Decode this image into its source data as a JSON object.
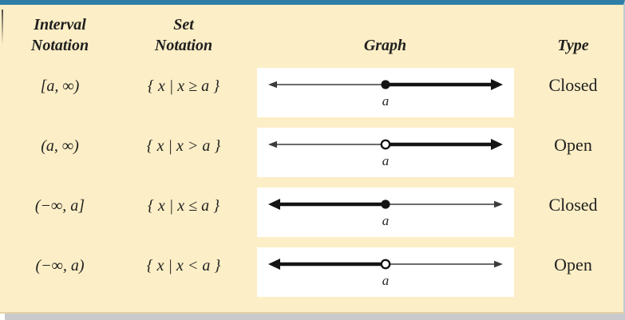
{
  "panel": {
    "background": "#FCEEC6",
    "top_border_color": "#2E7EA7",
    "shadow_color": "#C9C9CD",
    "graph_region_bg": "#FFFFFF"
  },
  "headers": {
    "interval_line1": "Interval",
    "interval_line2": "Notation",
    "set_line1": "Set",
    "set_line2": "Notation",
    "graph": "Graph",
    "type": "Type"
  },
  "rows": [
    {
      "interval": "[a, ∞)",
      "set": "{ x | x ≥ a }",
      "type": "Closed",
      "graph": {
        "endpoint": "closed",
        "bold_side": "right",
        "point_label": "a"
      }
    },
    {
      "interval": "(a, ∞)",
      "set": "{ x | x > a }",
      "type": "Open",
      "graph": {
        "endpoint": "open",
        "bold_side": "right",
        "point_label": "a"
      }
    },
    {
      "interval": "(−∞, a]",
      "set": "{ x | x ≤ a }",
      "type": "Closed",
      "graph": {
        "endpoint": "closed",
        "bold_side": "left",
        "point_label": "a"
      }
    },
    {
      "interval": "(−∞, a)",
      "set": "{ x | x < a }",
      "type": "Open",
      "graph": {
        "endpoint": "open",
        "bold_side": "left",
        "point_label": "a"
      }
    }
  ]
}
